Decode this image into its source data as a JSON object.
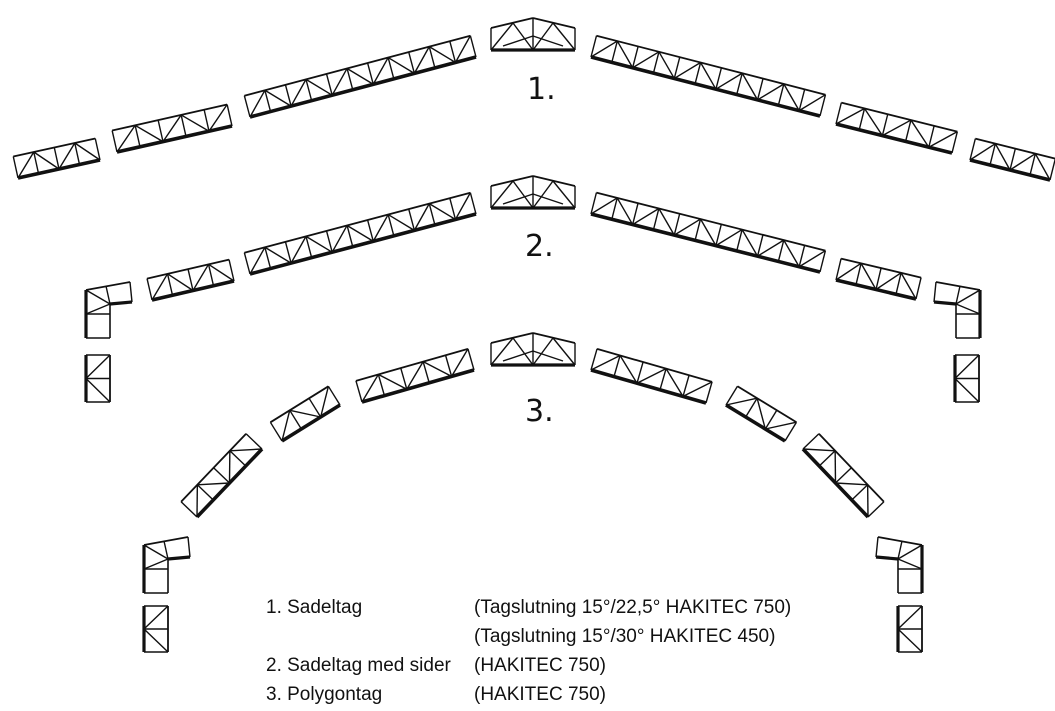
{
  "labels": {
    "one": "1.",
    "two": "2.",
    "three": "3."
  },
  "legend": [
    {
      "name": "1. Sadeltag",
      "spec": "(Tagslutning 15°/22,5° HAKITEC 750)"
    },
    {
      "name": "",
      "spec": "(Tagslutning 15°/30° HAKITEC 450)"
    },
    {
      "name": "2. Sadeltag med sider",
      "spec": "(HAKITEC 750)"
    },
    {
      "name": "3. Polygontag",
      "spec": "(HAKITEC 750)"
    }
  ]
}
